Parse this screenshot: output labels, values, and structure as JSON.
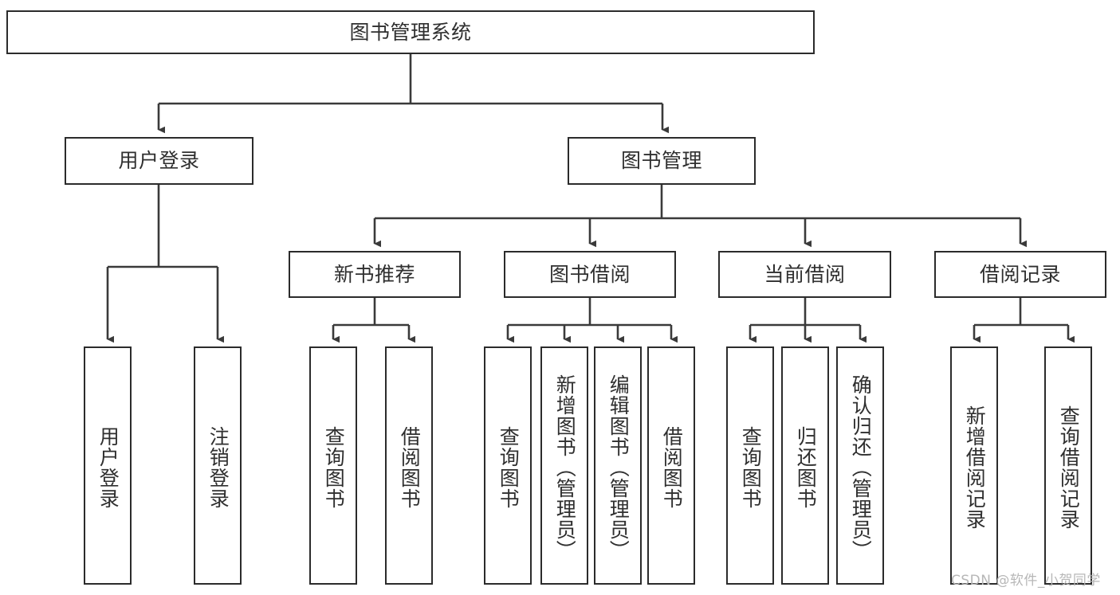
{
  "diagram": {
    "title": "图书管理系统",
    "type": "tree-hierarchy",
    "colors": {
      "box_border": "#2b2b2b",
      "box_fill": "#ffffff",
      "edge": "#3a3a3a",
      "text": "#2f2f2f",
      "watermark": "#b7b7b7"
    },
    "root": {
      "label": "图书管理系统"
    },
    "level2": [
      {
        "label": "用户登录"
      },
      {
        "label": "图书管理"
      }
    ],
    "level3": [
      {
        "label": "新书推荐"
      },
      {
        "label": "图书借阅"
      },
      {
        "label": "当前借阅"
      },
      {
        "label": "借阅记录"
      }
    ],
    "leaves": {
      "user_login": [
        {
          "label": "用户登录"
        },
        {
          "label": "注销登录"
        }
      ],
      "new_book_recommend": [
        {
          "label": "查询图书"
        },
        {
          "label": "借阅图书"
        }
      ],
      "book_borrow": [
        {
          "label": "查询图书"
        },
        {
          "label": "新增图书（管理员）"
        },
        {
          "label": "编辑图书（管理员）"
        },
        {
          "label": "借阅图书"
        }
      ],
      "current_borrow": [
        {
          "label": "查询图书"
        },
        {
          "label": "归还图书"
        },
        {
          "label": "确认归还（管理员）"
        }
      ],
      "borrow_record": [
        {
          "label": "新增借阅记录"
        },
        {
          "label": "查询借阅记录"
        }
      ]
    }
  },
  "watermark": {
    "text": "CSDN @软件_小贺同学"
  }
}
